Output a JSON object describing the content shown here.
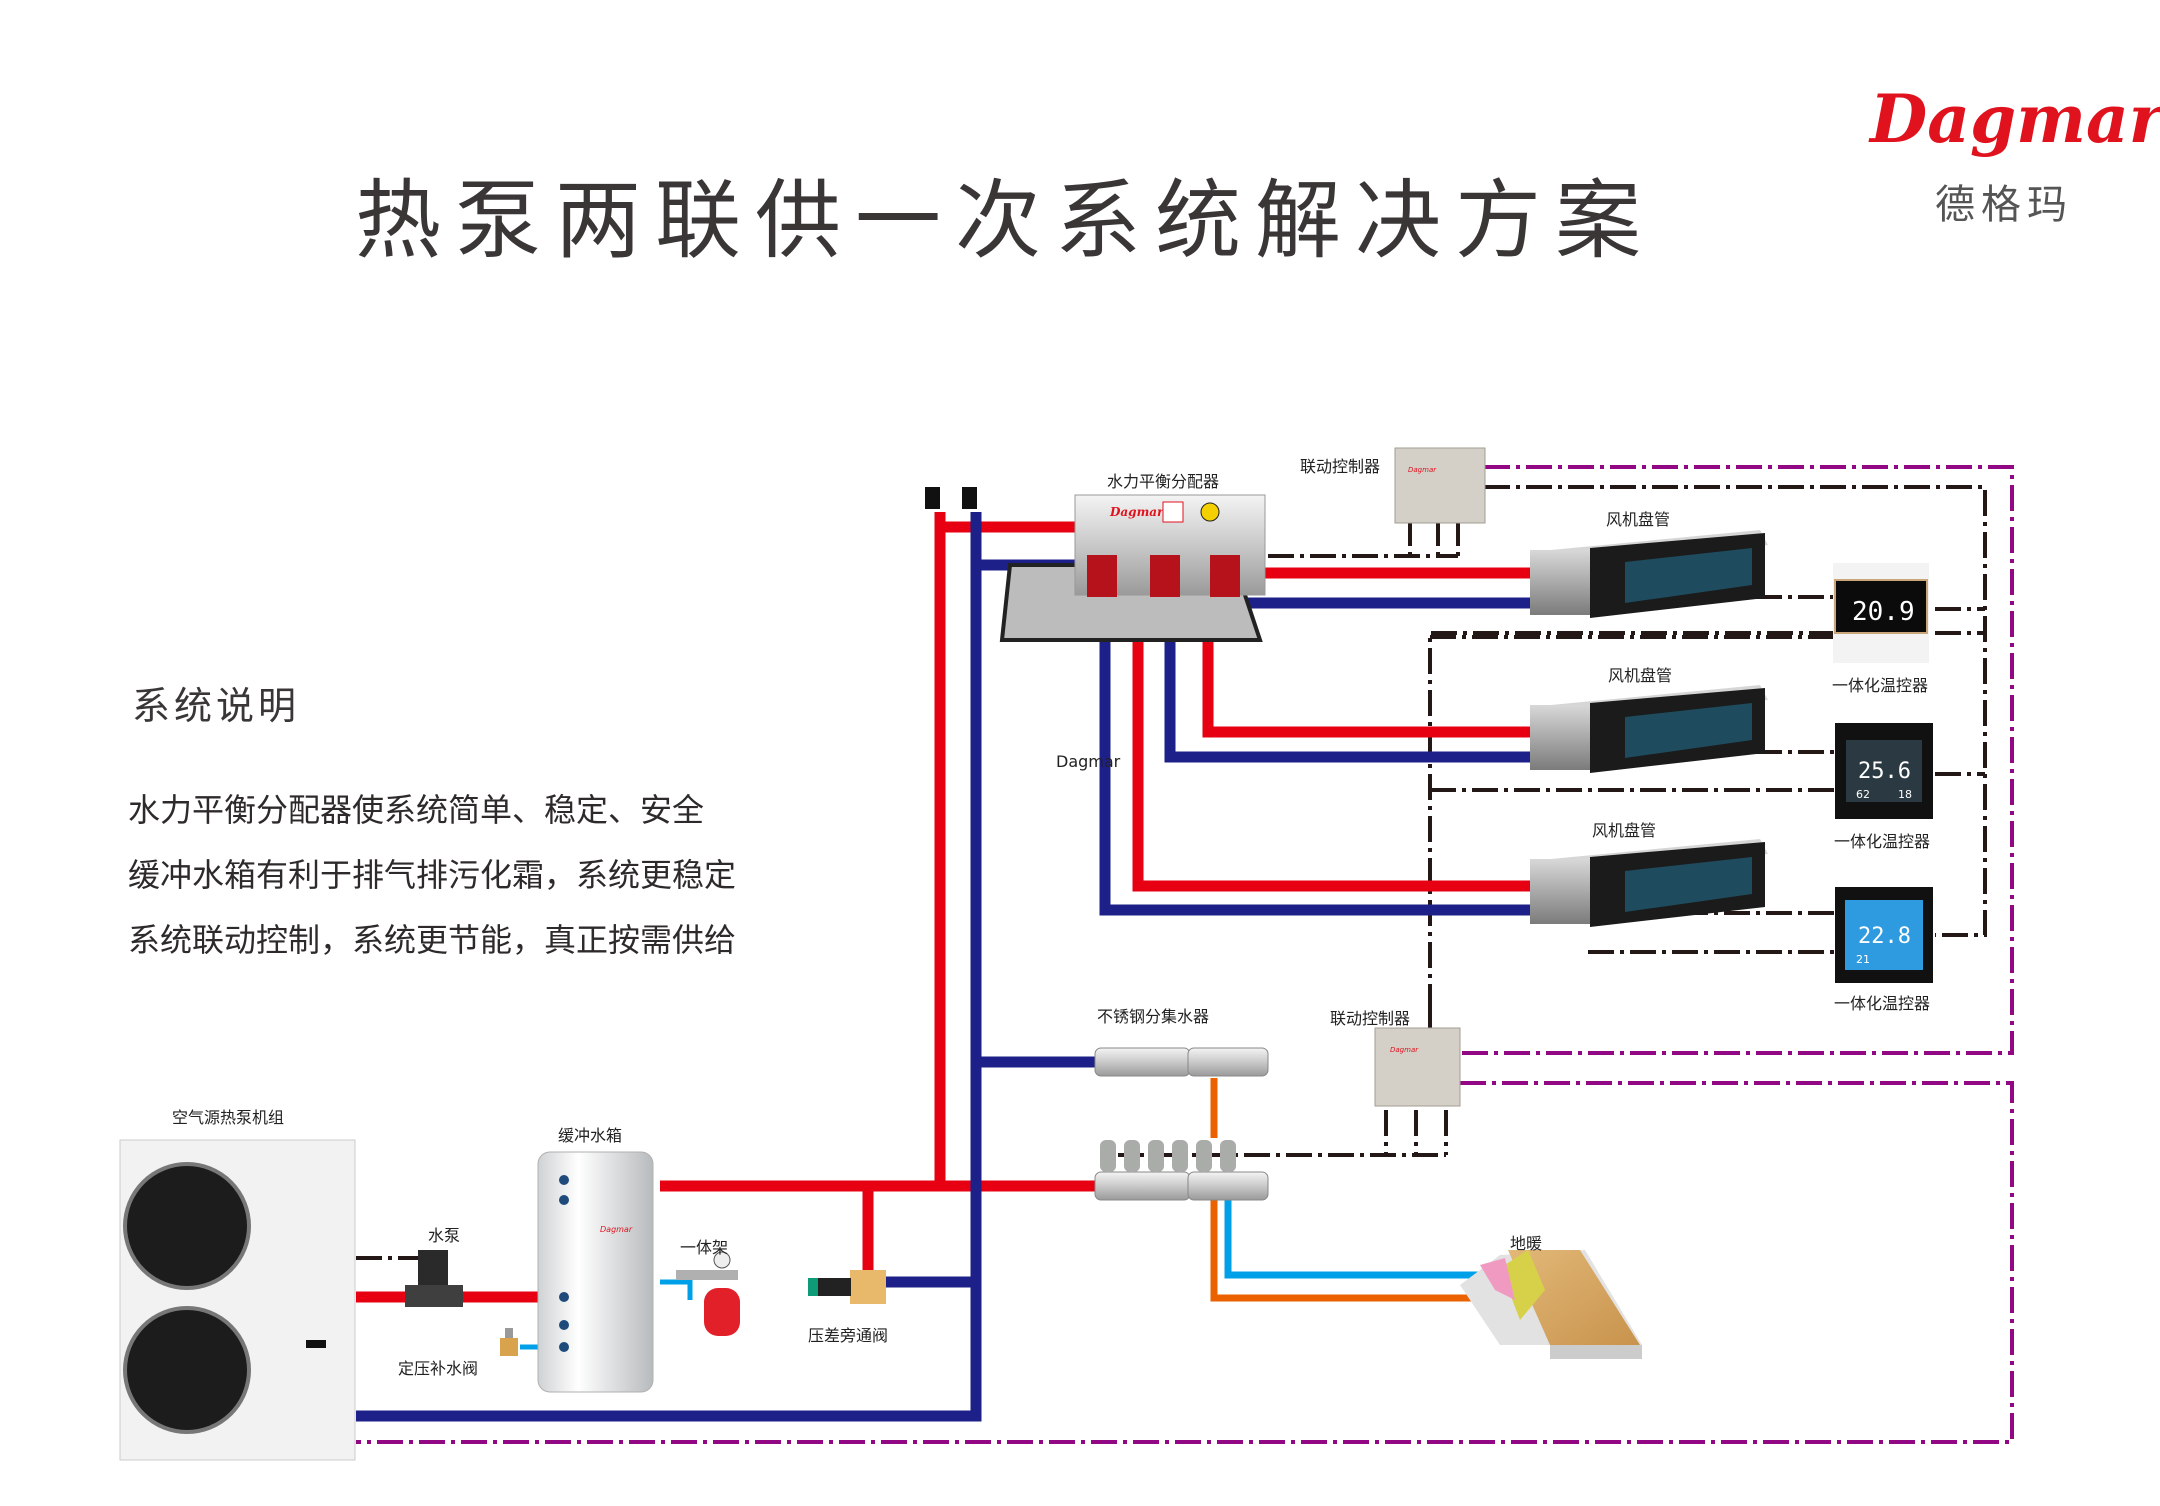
{
  "header": {
    "title": "热泵两联供一次系统解决方案",
    "brand_en": "Dagmar",
    "brand_cn": "德格玛"
  },
  "description": {
    "title": "系统说明",
    "lines": [
      "水力平衡分配器使系统简单、稳定、安全",
      "缓冲水箱有利于排气排污化霜，系统更稳定",
      "系统联动控制，系统更节能，真正按需供给"
    ]
  },
  "components": {
    "hydraulic_distributor": "水力平衡分配器",
    "linkage_controller_top": "联动控制器",
    "linkage_controller_bottom": "联动控制器",
    "fan_coils": [
      "风机盘管",
      "风机盘管",
      "风机盘管"
    ],
    "thermostats": [
      {
        "label": "一体化温控器",
        "temp": "20.9",
        "style": "white"
      },
      {
        "label": "一体化温控器",
        "temp": "25.6",
        "humidity": "62",
        "set": "18",
        "style": "dark"
      },
      {
        "label": "一体化温控器",
        "temp": "22.8",
        "set": "21",
        "style": "blue"
      }
    ],
    "manifold": "不锈钢分集水器",
    "floor_heating": "地暖",
    "heat_pump": "空气源热泵机组",
    "buffer_tank": "缓冲水箱",
    "pump": "水泵",
    "expansion_rack": "一体架",
    "bypass_valve": "压差旁通阀",
    "makeup_valve": "定压补水阀",
    "watermark": "Dagmar",
    "device_brand": "Dagmar"
  },
  "colors": {
    "supply": "#e60012",
    "return": "#1d2088",
    "floor_supply": "#00a0e9",
    "floor_return": "#eb6100",
    "signal": "#231815",
    "power": "#920783",
    "brand": "#e0121e"
  }
}
